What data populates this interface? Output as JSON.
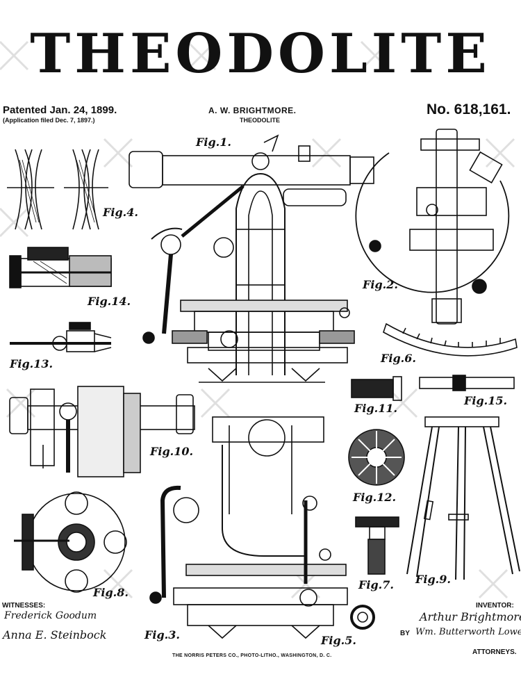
{
  "document": {
    "title": "THEODOLITE",
    "patent_date": "Patented Jan. 24, 1899.",
    "application_filed": "(Application filed Dec. 7, 1897.)",
    "inventor_header": "A. W. BRIGHTMORE.",
    "subject": "THEODOLITE",
    "patent_number": "No. 618,161.",
    "footer_credit": "THE NORRIS PETERS CO., PHOTO-LITHO., WASHINGTON, D. C.",
    "witnesses_label": "WITNESSES:",
    "inventor_label": "INVENTOR:",
    "by_label": "BY",
    "attorneys_label": "ATTORNEYS.",
    "witness_signatures": [
      "Frederick Goodum",
      "Anna E. Steinbock"
    ],
    "inventor_signature": "Arthur Brightmore",
    "attorney_signature": "Wm. Butterworth Lowell"
  },
  "figures": {
    "fig1": "Fig.1.",
    "fig2": "Fig.2.",
    "fig3": "Fig.3.",
    "fig4": "Fig.4.",
    "fig5": "Fig.5.",
    "fig6": "Fig.6.",
    "fig7": "Fig.7.",
    "fig8": "Fig.8.",
    "fig9": "Fig.9.",
    "fig10": "Fig.10.",
    "fig11": "Fig.11.",
    "fig12": "Fig.12.",
    "fig13": "Fig.13.",
    "fig14": "Fig.14.",
    "fig15": "Fig.15."
  },
  "colors": {
    "ink": "#111111",
    "paper": "#ffffff",
    "background": "#ececec",
    "watermark": "#d9d9d9"
  }
}
